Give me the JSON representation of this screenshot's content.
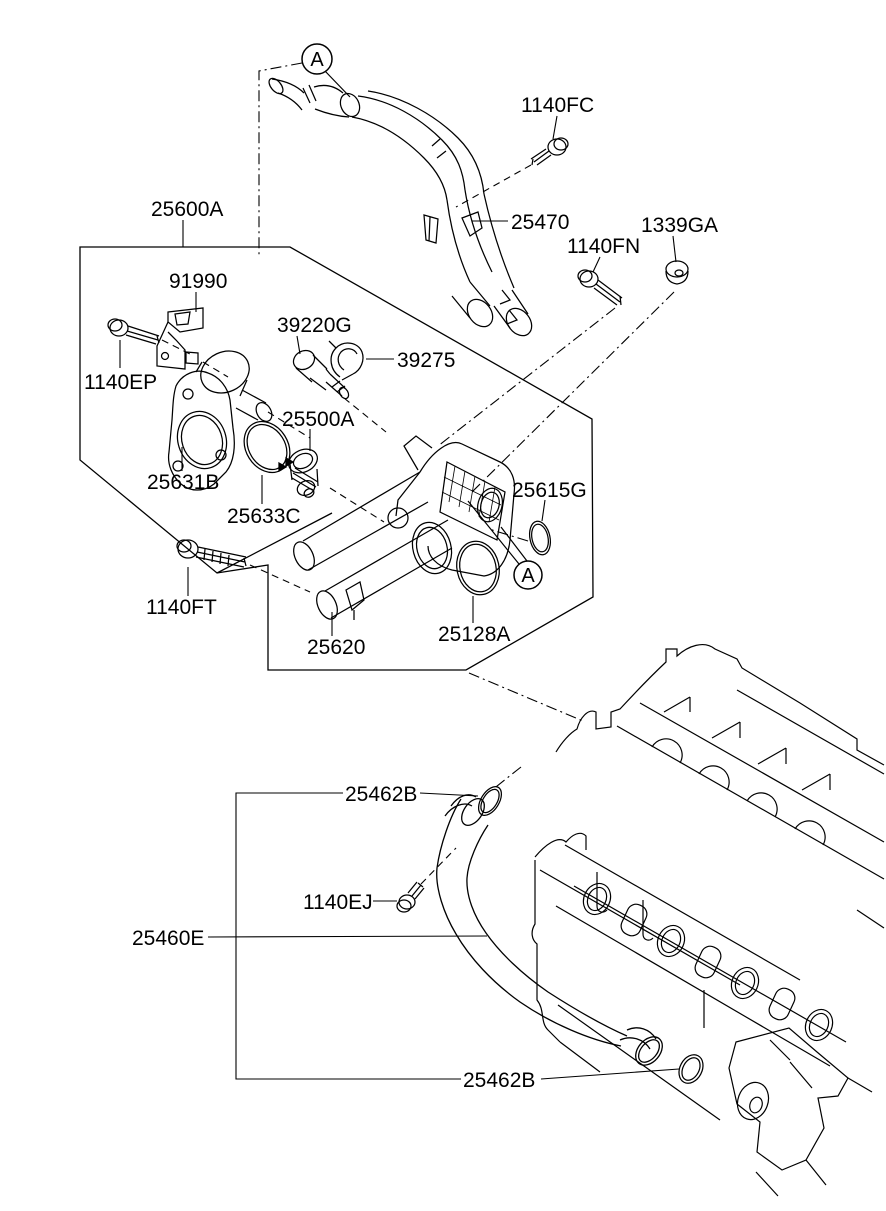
{
  "page": {
    "background_color": "#ffffff",
    "line_color": "#000000"
  },
  "diagram": {
    "type": "exploded-parts-line-diagram",
    "subject": "engine coolant pipe, thermostat housing and hoses with engine block",
    "view_markers": [
      {
        "text": "A"
      },
      {
        "text": "A"
      }
    ],
    "parts": [
      {
        "label": "25600A"
      },
      {
        "label": "91990"
      },
      {
        "label": "1140EP"
      },
      {
        "label": "25631B"
      },
      {
        "label": "25633C"
      },
      {
        "label": "25500A"
      },
      {
        "label": "39220G"
      },
      {
        "label": "39275"
      },
      {
        "label": "1140FT"
      },
      {
        "label": "25620"
      },
      {
        "label": "25128A"
      },
      {
        "label": "25615G"
      },
      {
        "label": "25470"
      },
      {
        "label": "1140FC"
      },
      {
        "label": "1140FN"
      },
      {
        "label": "1339GA"
      },
      {
        "label": "25462B"
      },
      {
        "label": "1140EJ"
      },
      {
        "label": "25460E"
      },
      {
        "label": "25462B"
      }
    ]
  }
}
